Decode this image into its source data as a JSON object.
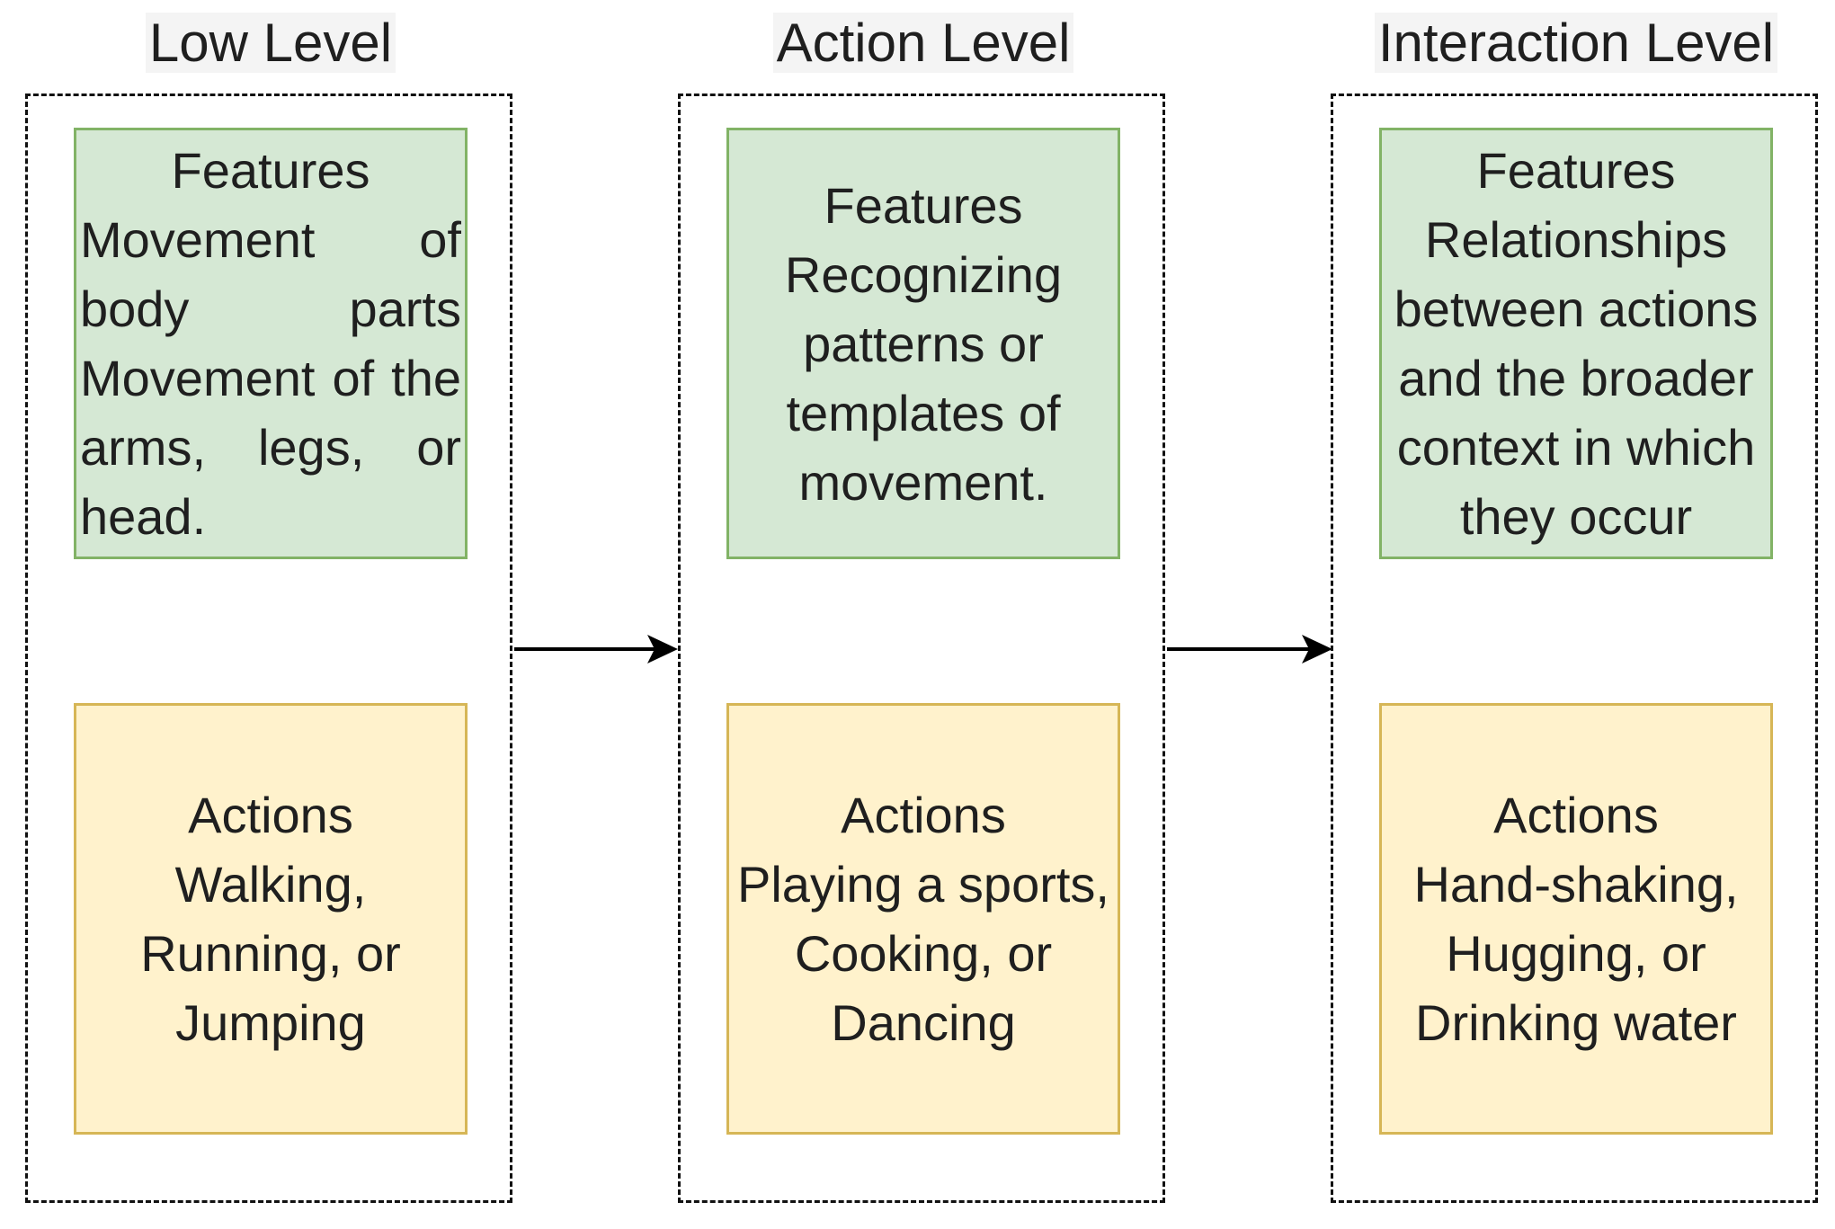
{
  "columns": [
    {
      "title": "Low Level",
      "features_heading": "Features",
      "features_body": "Movement of body parts Movement of the arms, legs, or head.",
      "actions_heading": "Actions",
      "actions_body": "Walking, Running, or Jumping"
    },
    {
      "title": "Action Level",
      "features_heading": "Features",
      "features_body": "Recognizing patterns or templates of movement.",
      "actions_heading": "Actions",
      "actions_body": "Playing a sports, Cooking, or Dancing"
    },
    {
      "title": "Interaction Level",
      "features_heading": "Features",
      "features_body": "Relationships between actions and the broader context in which they occur",
      "actions_heading": "Actions",
      "actions_body": "Hand-shaking, Hugging, or Drinking water"
    }
  ],
  "colors": {
    "features_fill": "#d5e8d4",
    "features_stroke": "#82b366",
    "actions_fill": "#fff2cc",
    "actions_stroke": "#d6b656"
  }
}
